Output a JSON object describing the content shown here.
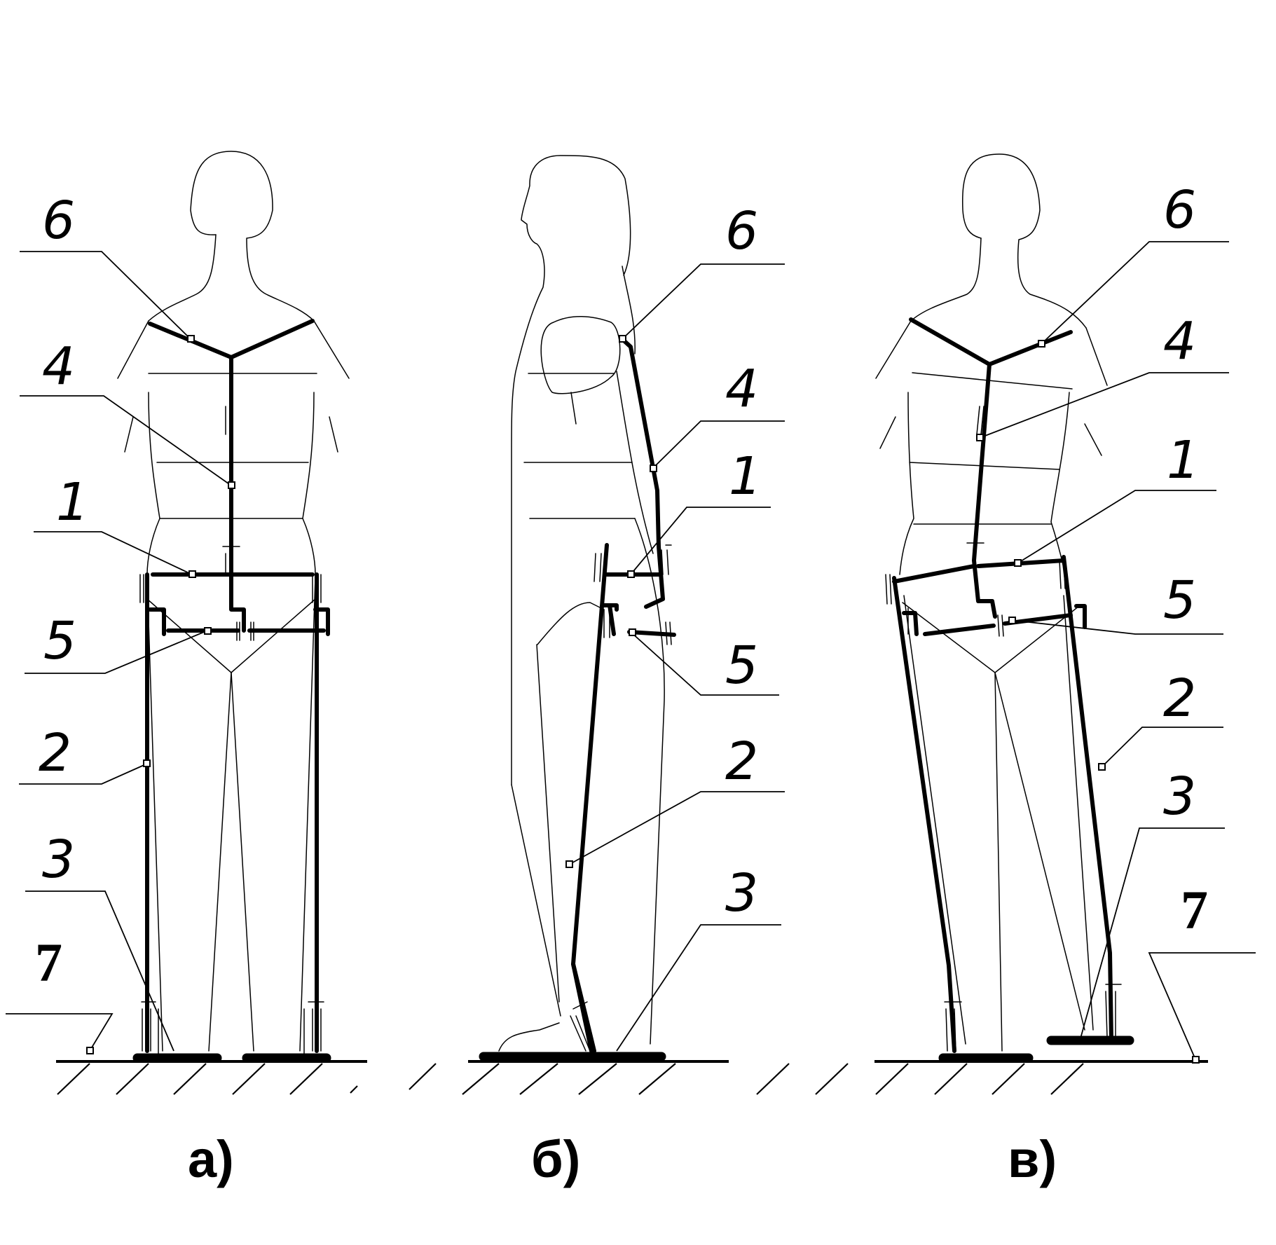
{
  "panels": [
    {
      "caption": "а)",
      "callouts": {
        "c6": "6",
        "c4": "4",
        "c1": "1",
        "c5": "5",
        "c2": "2",
        "c3": "3",
        "c7": "7"
      }
    },
    {
      "caption": "б)",
      "callouts": {
        "c6": "6",
        "c4": "4",
        "c1": "1",
        "c5": "5",
        "c2": "2",
        "c3": "3"
      }
    },
    {
      "caption": "в)",
      "callouts": {
        "c6": "6",
        "c4": "4",
        "c1": "1",
        "c5": "5",
        "c2": "2",
        "c3": "3",
        "c7": "7"
      }
    }
  ]
}
